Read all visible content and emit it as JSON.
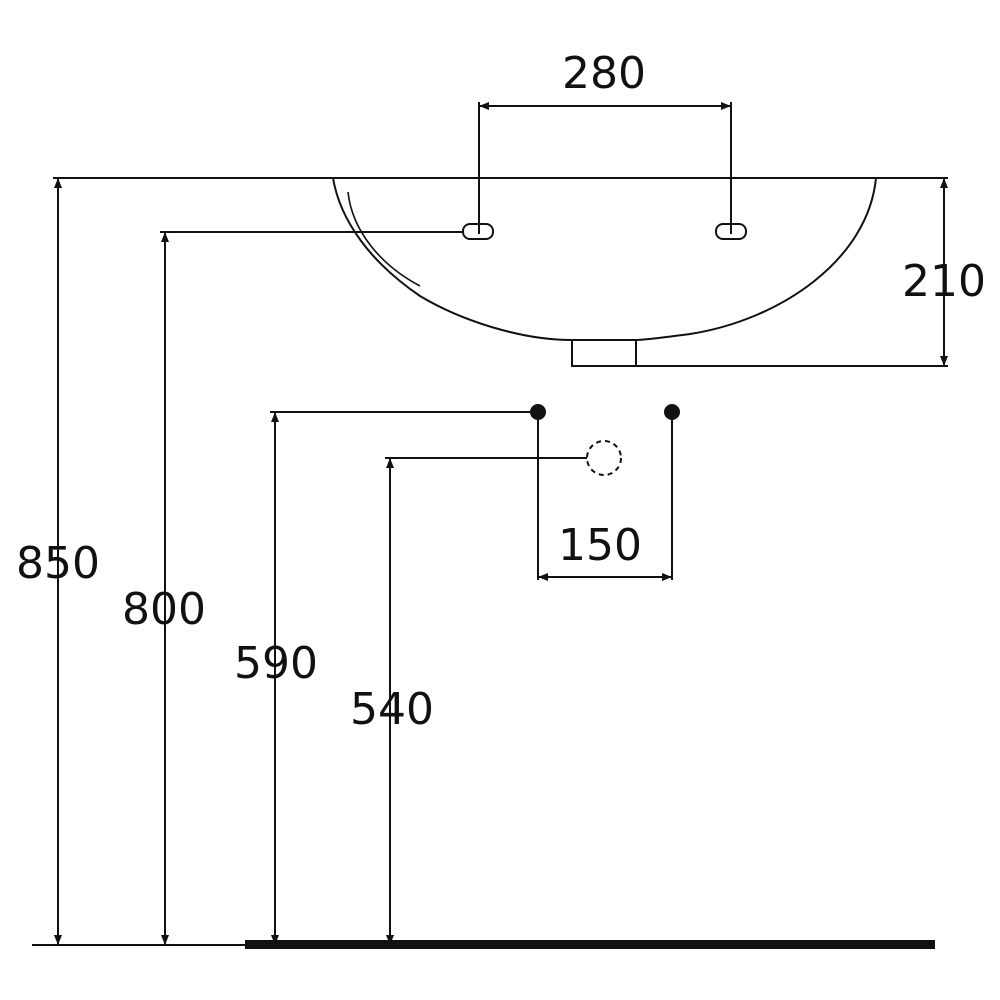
{
  "dimensions": {
    "tap_spacing": "280",
    "basin_depth": "210",
    "supply_spacing": "150",
    "rim_height": "850",
    "tap_hole_height": "800",
    "supply_height": "590",
    "waste_height": "540"
  },
  "colors": {
    "line": "#111111",
    "background": "#ffffff"
  }
}
